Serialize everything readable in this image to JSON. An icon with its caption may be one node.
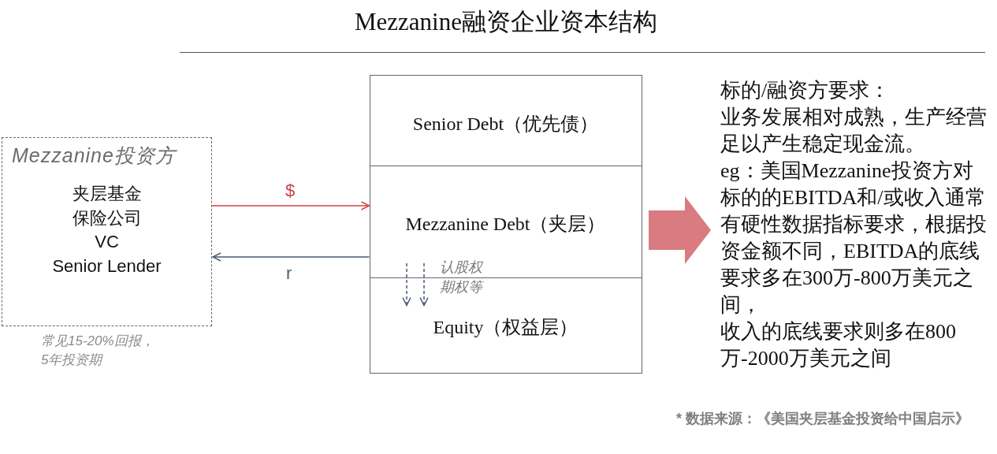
{
  "diagram": {
    "title": "Mezzanine融资企业资本结构",
    "nodes": [
      {
        "text": [
          "Mezzanine投资方",
          "夹层基金",
          "保险公司",
          "VC",
          "Senior Lender"
        ],
        "beside": [
          "常见15-20%回报，5年投资期"
        ]
      },
      {
        "text": [],
        "shape": "box"
      },
      {
        "text": [
          "Senior Debt（优先债）"
        ],
        "in": 1
      },
      {
        "text": [
          "Mezzanine Debt（夹层）"
        ],
        "in": 1
      },
      {
        "text": [
          "Equity（权益层）"
        ],
        "in": 1
      },
      {
        "text": [
          "标的/融资方要求：",
          "业务发展相对成熟，生产经营足以产生稳定现金流。",
          "eg：美国Mezzanine投资方对标的的EBITDA和/或收入通常有硬性数据指标要求，根据投资金额不同，EBITDA的底线要求多在300万-800万美元之间，",
          "收入的底线要求则多在800万-2000万美元之间"
        ]
      }
    ],
    "edges": [
      {
        "from": 0,
        "to": 3,
        "arrow": "to",
        "label": "$",
        "color": "#d1434b"
      },
      {
        "from": 3,
        "to": 0,
        "arrow": "to",
        "label": "r"
      },
      {
        "from": 3,
        "to": 4,
        "arrow": "to",
        "style": "dashed"
      },
      {
        "from": 3,
        "to": 4,
        "arrow": "to",
        "style": "dashed",
        "label": "认股权期权等"
      },
      {
        "from": 1,
        "to": 5,
        "arrow": "to",
        "style": "thick",
        "color": "#d97b80"
      }
    ],
    "labels": [
      "* 数据来源：《美国夹层基金投资给中国启示》"
    ]
  }
}
